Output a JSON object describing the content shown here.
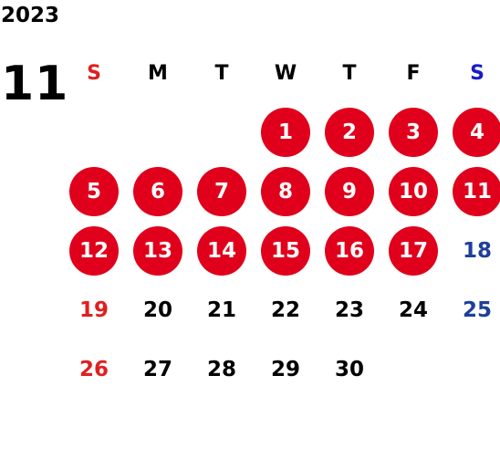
{
  "calendar": {
    "year": "2023",
    "month": "11",
    "weekdays": [
      "S",
      "M",
      "T",
      "W",
      "T",
      "F",
      "S"
    ],
    "weeks": [
      [
        null,
        null,
        null,
        "1",
        "2",
        "3",
        "4"
      ],
      [
        "5",
        "6",
        "7",
        "8",
        "9",
        "10",
        "11"
      ],
      [
        "12",
        "13",
        "14",
        "15",
        "16",
        "17",
        "18"
      ],
      [
        "19",
        "20",
        "21",
        "22",
        "23",
        "24",
        "25"
      ],
      [
        "26",
        "27",
        "28",
        "29",
        "30",
        null,
        null
      ]
    ],
    "highlighted_days": [
      1,
      2,
      3,
      4,
      5,
      6,
      7,
      8,
      9,
      10,
      11,
      12,
      13,
      14,
      15,
      16,
      17
    ]
  },
  "colors": {
    "sunday": "#e02020",
    "saturday_header": "#1a1acc",
    "saturday_day": "#1e3f99",
    "normal": "#000000",
    "highlight_bg": "#e0001b",
    "highlight_text": "#ffffff"
  }
}
